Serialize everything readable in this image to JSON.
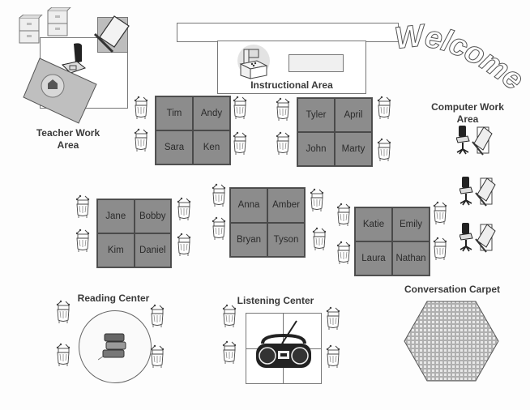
{
  "welcome_sign": "Welcome",
  "areas": {
    "teacher": "Teacher Work Area",
    "instructional": "Instructional Area",
    "computer": "Computer Work Area",
    "reading": "Reading Center",
    "listening": "Listening Center",
    "carpet": "Conversation Carpet"
  },
  "groups": [
    {
      "students": [
        "Tim",
        "Andy",
        "Sara",
        "Ken"
      ]
    },
    {
      "students": [
        "Tyler",
        "April",
        "John",
        "Marty"
      ]
    },
    {
      "students": [
        "Jane",
        "Bobby",
        "Kim",
        "Daniel"
      ]
    },
    {
      "students": [
        "Anna",
        "Amber",
        "Bryan",
        "Tyson"
      ]
    },
    {
      "students": [
        "Katie",
        "Emily",
        "Laura",
        "Nathan"
      ]
    }
  ],
  "icons": {
    "filing_cabinet": "filing-cabinet-icon",
    "laptop": "laptop-icon",
    "desk_chair": "desk-chair-icon",
    "projector": "overhead-projector-icon",
    "student_chair": "student-chair-icon",
    "books": "books-icon",
    "radio": "boombox-icon"
  },
  "colors": {
    "table_fill": "#8c8c8c",
    "outline": "#555555",
    "carpet": "#b8b8b8"
  }
}
